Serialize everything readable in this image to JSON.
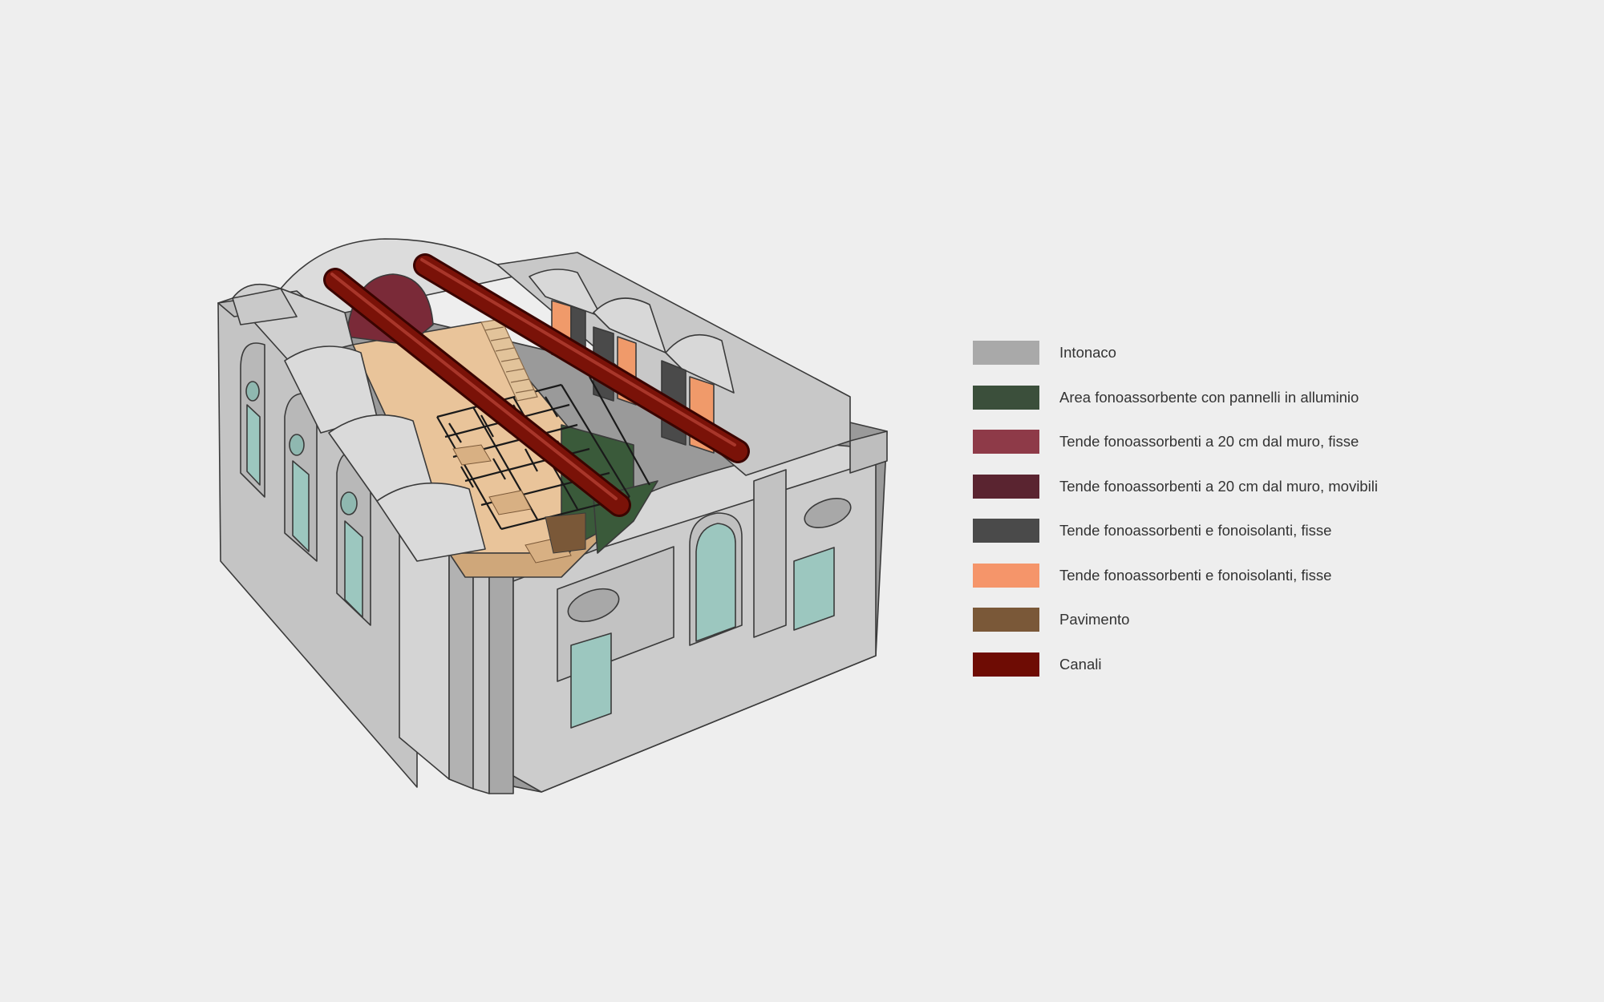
{
  "diagram": {
    "colors": {
      "plaster": "#c8c8c8",
      "plaster_light": "#dadada",
      "plaster_dark": "#a8a8a8",
      "outline": "#3a3a3a",
      "glass": "#9cc7bf",
      "canal": "#7a1208",
      "floor_light": "#e9c49a",
      "panel_green": "#3a5a3a",
      "curtain_red": "#8a3a48",
      "curtain_dark": "#4a4a4a",
      "curtain_orange": "#f09a6a",
      "truss": "#1a1a1a"
    }
  },
  "legend": {
    "items": [
      {
        "label": "Intonaco",
        "color": "#a9a9a9"
      },
      {
        "label": "Area fonoassorbente con pannelli in alluminio",
        "color": "#3b4f3b"
      },
      {
        "label": "Tende fonoassorbenti a 20 cm dal muro, fisse",
        "color": "#8e3a48"
      },
      {
        "label": "Tende fonoassorbenti a 20 cm dal muro, movibili",
        "color": "#5a2430"
      },
      {
        "label": "Tende fonoassorbenti e fonoisolanti, fisse",
        "color": "#4a4a4a"
      },
      {
        "label": "Tende fonoassorbenti e fonoisolanti, fisse",
        "color": "#f5956a"
      },
      {
        "label": "Pavimento",
        "color": "#7a5838"
      },
      {
        "label": "Canali",
        "color": "#6e0c04"
      }
    ]
  }
}
